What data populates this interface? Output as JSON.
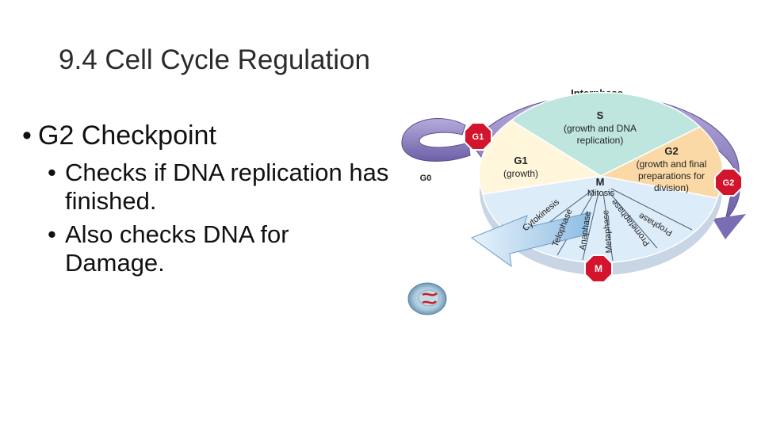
{
  "slide": {
    "title": "9.4 Cell Cycle Regulation"
  },
  "bullets": [
    {
      "text": "G2 Checkpoint",
      "sub": [
        "Checks if DNA replication has finished.",
        "Also checks DNA for Damage."
      ]
    }
  ],
  "diagram": {
    "outer_label": "Interphase",
    "checkpoints": [
      "G1",
      "G2",
      "M"
    ],
    "g0_label": "G0",
    "phases": {
      "s": {
        "name": "S",
        "desc_line1": "(growth and DNA",
        "desc_line2": "replication)"
      },
      "g1": {
        "name": "G1",
        "desc": "(growth)"
      },
      "g2": {
        "name": "G2",
        "desc_line1": "(growth and final",
        "desc_line2": "preparations for",
        "desc_line3": "division)"
      },
      "m": {
        "name": "M",
        "subtitle": "Mitosis"
      }
    },
    "mitosis_stages": [
      "Cytokinesis",
      "Telophase",
      "Anaphase",
      "Metaphase",
      "Prometaphase",
      "Prophase"
    ],
    "colors": {
      "s": "#bfe6de",
      "g1": "#fff6dc",
      "g2": "#fbd9a6",
      "m": "#dcecf8",
      "ring": "#8d7fbf",
      "checkpoint": "#d2142c",
      "arrow": "#a9cdec"
    }
  }
}
